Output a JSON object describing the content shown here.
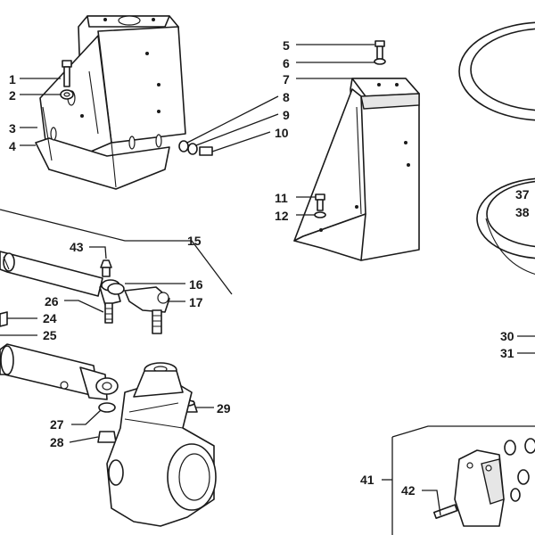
{
  "callouts": {
    "c1": "1",
    "c2": "2",
    "c3": "3",
    "c4": "4",
    "c5": "5",
    "c6": "6",
    "c7": "7",
    "c8": "8",
    "c9": "9",
    "c10": "10",
    "c11": "11",
    "c12": "12",
    "c15": "15",
    "c16": "16",
    "c17": "17",
    "c24": "24",
    "c25": "25",
    "c26": "26",
    "c27": "27",
    "c28": "28",
    "c29": "29",
    "c30": "30",
    "c31": "31",
    "c37": "37",
    "c38": "38",
    "c41": "41",
    "c42": "42",
    "c43": "43"
  }
}
